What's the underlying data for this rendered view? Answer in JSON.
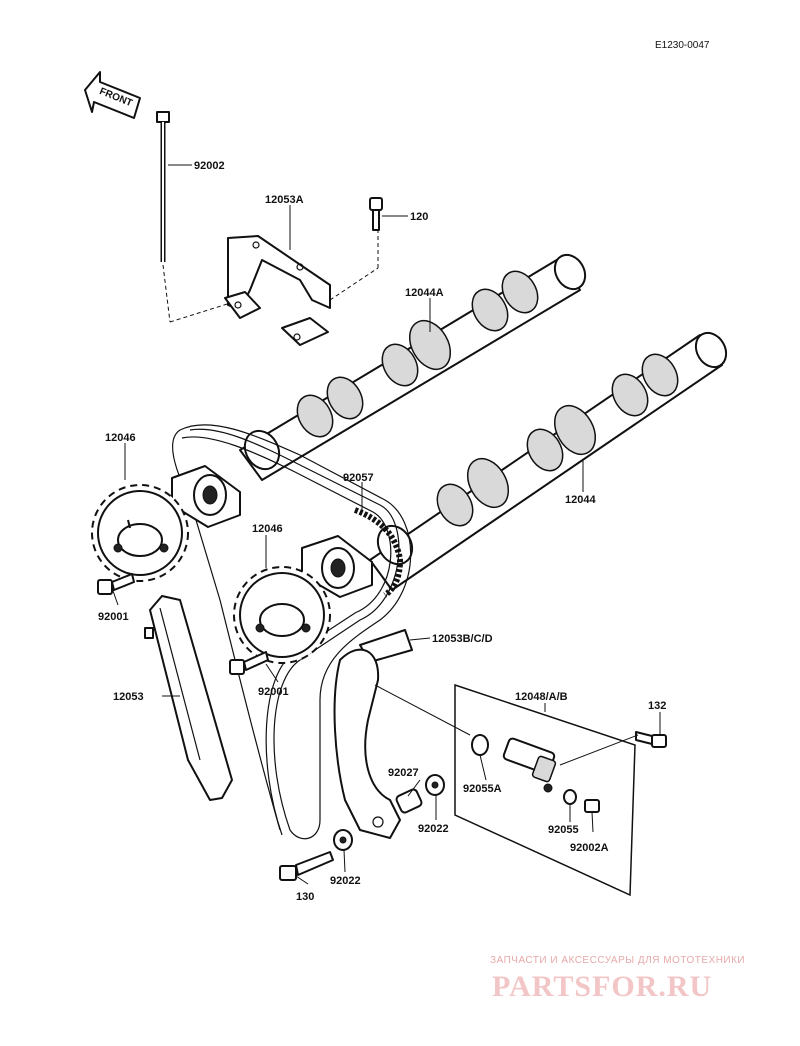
{
  "diagram_code": "E1230-0047",
  "front_arrow": "FRONT",
  "parts": {
    "p92002": "92002",
    "p12053A": "12053A",
    "p120": "120",
    "p12044A": "12044A",
    "p12046_left": "12046",
    "p92057": "92057",
    "p12044": "12044",
    "p12046_mid": "12046",
    "p92001_left": "92001",
    "p92001_mid": "92001",
    "p12053BCD": "12053B/C/D",
    "p12053": "12053",
    "p12048AB": "12048/A/B",
    "p132": "132",
    "p92027": "92027",
    "p92055A": "92055A",
    "p92022_right": "92022",
    "p92055": "92055",
    "p92002A": "92002A",
    "p92022_bottom": "92022",
    "p130": "130"
  },
  "watermark": {
    "line1": "ЗАПЧАСТИ И АКСЕССУАРЫ ДЛЯ МОТОТЕХНИКИ",
    "line2": "PARTSFOR.RU"
  }
}
